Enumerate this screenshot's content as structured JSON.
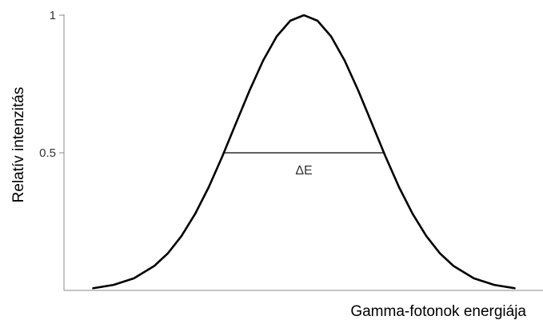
{
  "chart_data": {
    "type": "line",
    "title": "",
    "xlabel": "Gamma-fotonok energiája",
    "ylabel": "Relatív intenzitás",
    "yticks": [
      {
        "value": 0.5,
        "label": "0.5"
      },
      {
        "value": 1,
        "label": "1"
      }
    ],
    "ylim": [
      0,
      1
    ],
    "xlim": [
      -3.5,
      3.5
    ],
    "x_tick_labels": false,
    "grid": false,
    "legend": "none",
    "series": [
      {
        "x": [
          -3.1,
          -2.8,
          -2.5,
          -2.2,
          -2.0,
          -1.8,
          -1.6,
          -1.4,
          -1.2,
          -1.0,
          -0.8,
          -0.6,
          -0.4,
          -0.2,
          0.0,
          0.2,
          0.4,
          0.6,
          0.8,
          1.0,
          1.2,
          1.4,
          1.6,
          1.8,
          2.0,
          2.2,
          2.5,
          2.8,
          3.1
        ],
        "y": [
          0.008,
          0.02,
          0.044,
          0.089,
          0.135,
          0.198,
          0.278,
          0.375,
          0.487,
          0.607,
          0.726,
          0.835,
          0.923,
          0.98,
          1.0,
          0.98,
          0.923,
          0.835,
          0.726,
          0.607,
          0.487,
          0.375,
          0.278,
          0.198,
          0.135,
          0.089,
          0.044,
          0.02,
          0.008
        ]
      }
    ],
    "annotations": [
      {
        "type": "hline",
        "y": 0.5,
        "x_from": -1.18,
        "x_to": 1.18,
        "label": "ΔE"
      }
    ],
    "colors": {
      "curve": "#000000",
      "axis": "#888888",
      "annotation_line": "#000000"
    }
  }
}
